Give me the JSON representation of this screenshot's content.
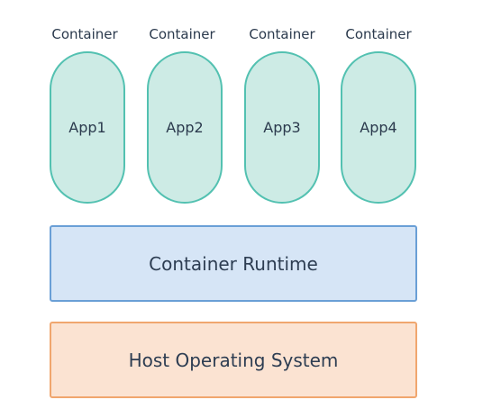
{
  "containers": [
    {
      "label": "Container",
      "app": "App1"
    },
    {
      "label": "Container",
      "app": "App2"
    },
    {
      "label": "Container",
      "app": "App3"
    },
    {
      "label": "Container",
      "app": "App4"
    }
  ],
  "runtime": {
    "label": "Container Runtime"
  },
  "host": {
    "label": "Host Operating System"
  },
  "colors": {
    "app_fill": "#cdebe5",
    "app_border": "#53c1b1",
    "runtime_fill": "#d6e5f6",
    "runtime_border": "#6a9fd6",
    "host_fill": "#fbe3d2",
    "host_border": "#f0a66e"
  }
}
